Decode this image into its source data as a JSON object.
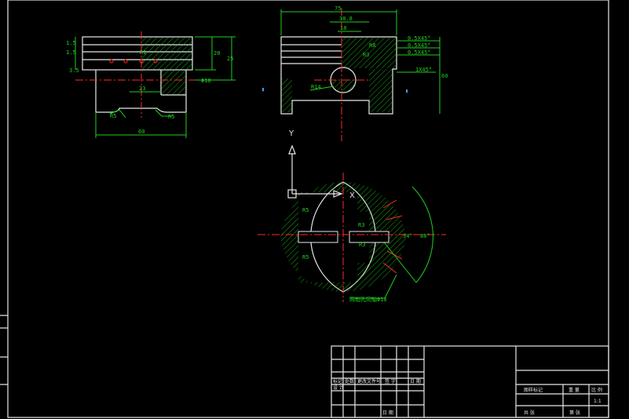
{
  "drawing": {
    "front_view": {
      "dim_left_top": "1.5",
      "dim_left_mid": "1.5",
      "dim_left_bottom": "3.5",
      "dim_right_inner": "20",
      "dim_right_outer": "25",
      "dim_pin_radius": "R1",
      "dim_bore": "Φ18",
      "dim_depth": "23",
      "dim_width": "60",
      "fillet_left": "R5",
      "fillet_right": "R5"
    },
    "section_view": {
      "dim_overall": "75",
      "dim_inner": "38.8",
      "dim_pin": "18",
      "chamfer_1": "0.5X45°",
      "chamfer_2": "0.5X45°",
      "chamfer_3": "0.5X45°",
      "chamfer_4": "1X45°",
      "fillet_a": "R8",
      "fillet_b": "R3",
      "fillet_c": "R14",
      "dim_height": "60"
    },
    "bottom_view": {
      "axis_y": "Y",
      "axis_x": "X",
      "fillet_1": "R5",
      "fillet_2": "R5",
      "fillet_3": "R3",
      "fillet_4": "R3",
      "angle_1": "34°",
      "angle_2": "88°",
      "note": "两销孔同轴Φ18"
    }
  },
  "title_block": {
    "row_labels": [
      "标记",
      "处数",
      "更改文件号",
      "签 字",
      "日 期"
    ],
    "design": "设 计",
    "date_label": "日 期",
    "drawing_label": "图样标记",
    "weight_label": "重 量",
    "scale_label": "比 例",
    "scale_value": "1:1",
    "sheet_total": "共 张",
    "sheet_num": "第 张"
  }
}
